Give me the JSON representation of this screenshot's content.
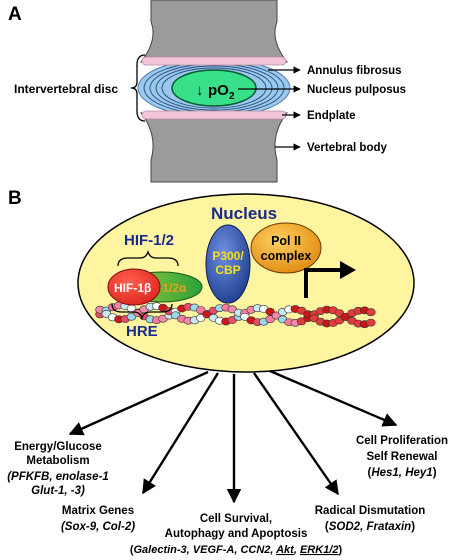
{
  "panel_a": {
    "letter": "A",
    "intervertebral_disc": "Intervertebral disc",
    "po2_arrow": "↓",
    "po2_main": "pO",
    "po2_sub": "2",
    "labels": {
      "annulus": "Annulus fibrosus",
      "nucleus": "Nucleus pulposus",
      "endplate": "Endplate",
      "vertebral_body": "Vertebral body"
    },
    "colors": {
      "bone": "#9b9b9b",
      "endplate": "#f2c6d8",
      "annulus": "#99c9ee",
      "nucleus": "#38e08a"
    }
  },
  "panel_b": {
    "letter": "B",
    "nucleus_title": "Nucleus",
    "hif_label": "HIF-1/2",
    "hif1b": "HIF-1β",
    "hif_alpha": "HIF-1/2α",
    "p300_line1": "P300/",
    "p300_line2": "CBP",
    "pol_line1": "Pol II",
    "pol_line2": "complex",
    "hre": "HRE",
    "colors": {
      "nucleus_fill": "#fff4a0",
      "title": "#1a2a8c",
      "hif1b": "#e8322a",
      "hif_alpha": "#47b53a",
      "p300": "#3b5fb8",
      "pol": "#f2a21a"
    },
    "outputs": {
      "energy": {
        "line1": "Energy/Glucose",
        "line2": "Metabolism",
        "line3": "(PFKFB, enolase-1",
        "line4": "Glut-1, -3)"
      },
      "matrix": {
        "line1": "Matrix Genes",
        "line2": "(Sox-9, Col-2)"
      },
      "survival": {
        "line1": "Cell Survival,",
        "line2": "Autophagy and Apoptosis",
        "genes_open": "(",
        "genes_italic": "Galectin-3, VEGF-A, CCN2, ",
        "gene_akt": "Akt",
        "gene_sep": ", ",
        "gene_erk": "ERK1/2",
        "genes_close": ")"
      },
      "radical": {
        "line1": "Radical Dismutation",
        "open": "(",
        "genes": "SOD2, Frataxin",
        "close": ")"
      },
      "proliferation": {
        "line1": "Cell Proliferation",
        "line2": "Self Renewal",
        "open": "(",
        "genes": "Hes1, Hey1",
        "close": ")"
      }
    }
  }
}
